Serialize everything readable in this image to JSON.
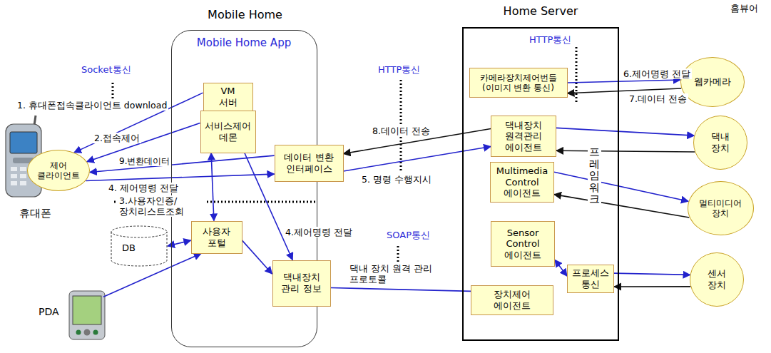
{
  "diagram": {
    "nodes": [
      {
        "text": [
          "Mobile Home",
          "Mobile Home App"
        ]
      },
      {
        "text": [
          "VM 서버"
        ],
        "in": 0
      },
      {
        "text": [
          "서비스제어 데몬"
        ],
        "in": 0
      },
      {
        "text": [
          "데이터 변환 인터페이스"
        ],
        "in": 0
      },
      {
        "text": [
          "사용자 포털"
        ],
        "in": 0
      },
      {
        "text": [
          "댁내장치 관리 정보"
        ],
        "in": 0
      },
      {
        "text": [
          "휴대폰"
        ]
      },
      {
        "text": [
          "제어 클라이언트"
        ],
        "in": 6
      },
      {
        "text": [
          "DB"
        ]
      },
      {
        "text": [
          "PDA"
        ]
      },
      {
        "text": [
          "Home Server"
        ]
      },
      {
        "text": [
          "카메라장치제어번들 (이미지 변환 통신)"
        ],
        "in": 10
      },
      {
        "text": [
          "댁내장치 원격관리 에이전트"
        ],
        "in": 10
      },
      {
        "text": [
          "Multimedia Control 에이전트"
        ],
        "in": 10
      },
      {
        "text": [
          "Sensor Control 에이전트"
        ],
        "in": 10
      },
      {
        "text": [
          "장치제어 에이전트"
        ],
        "in": 10
      },
      {
        "text": [
          "프로세스 통신"
        ],
        "in": 10
      },
      {
        "text": [
          "웹카메라"
        ]
      },
      {
        "text": [
          "댁내 장치"
        ]
      },
      {
        "text": [
          "멀티미디어 장치"
        ]
      },
      {
        "text": [
          "센서 장치"
        ]
      }
    ],
    "edges": [
      {
        "from": 1,
        "to": 7,
        "arrow": "to",
        "label": "1. 휴대폰접속클라이언트 download"
      },
      {
        "from": 2,
        "to": 7,
        "arrow": "to",
        "label": "2.접속제어"
      },
      {
        "from": 3,
        "to": 7,
        "arrow": "to",
        "label": "9.변환데이터"
      },
      {
        "from": 7,
        "to": 3,
        "arrow": "to",
        "label": "4. 제어명령 전달"
      },
      {
        "from": 3,
        "to": 12,
        "arrow": "to",
        "label": "5. 명령 수행지시"
      },
      {
        "from": 12,
        "to": 3,
        "arrow": "to",
        "label": "8.데이터 전송"
      },
      {
        "from": 2,
        "to": 4,
        "arrow": "both",
        "label": "3.사용자인증/ 장치리스트조회"
      },
      {
        "from": 2,
        "to": 5,
        "arrow": "to",
        "label": "4.제어명령 전달"
      },
      {
        "from": 8,
        "to": 4,
        "arrow": "both"
      },
      {
        "from": 9,
        "to": 4,
        "arrow": "to"
      },
      {
        "from": 4,
        "to": 5,
        "arrow": "to"
      },
      {
        "from": 5,
        "to": 15,
        "arrow": "none",
        "label": "댁내 장치 원격 관리 프로토콜"
      },
      {
        "from": 11,
        "to": 17,
        "arrow": "to",
        "label": "6.제어명령 전달"
      },
      {
        "from": 17,
        "to": 11,
        "arrow": "to",
        "label": "7.데이터 전송"
      },
      {
        "from": 12,
        "to": 18,
        "arrow": "to"
      },
      {
        "from": 18,
        "to": 12,
        "arrow": "to"
      },
      {
        "from": 13,
        "to": 19,
        "arrow": "to"
      },
      {
        "from": 19,
        "to": 13,
        "arrow": "to"
      },
      {
        "from": 14,
        "to": 16,
        "arrow": "both"
      },
      {
        "from": 16,
        "to": 20,
        "arrow": "to"
      },
      {
        "from": 20,
        "to": 16,
        "arrow": "to"
      }
    ],
    "labels": [
      "Socket통신",
      "HTTP통신",
      "HTTP통신",
      "SOAP통신",
      "프레임워크",
      "홈뷰어"
    ]
  }
}
